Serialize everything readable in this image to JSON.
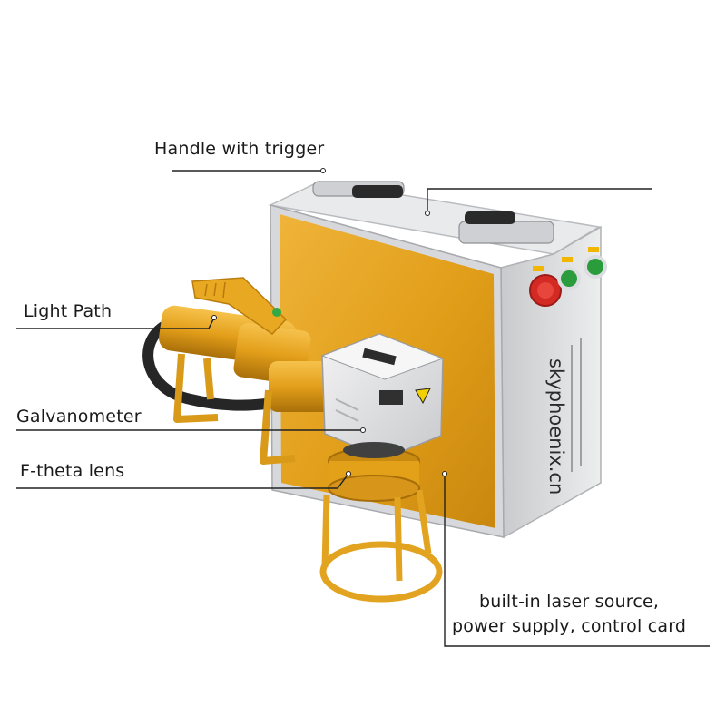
{
  "callouts": {
    "handle": "Handle with trigger",
    "light_path": "Light Path",
    "galvanometer": "Galvanometer",
    "f_theta": "F-theta lens",
    "source_line1": "built-in laser source,",
    "source_line2": "power supply, control card"
  },
  "device": {
    "watermark": "skyphoenix.cn"
  },
  "colors": {
    "gold": "#e3a11a",
    "gold_dark": "#b87a0c",
    "silver": "#dcdde0",
    "silver_dark": "#a9abb0",
    "leader_line": "#222222"
  }
}
